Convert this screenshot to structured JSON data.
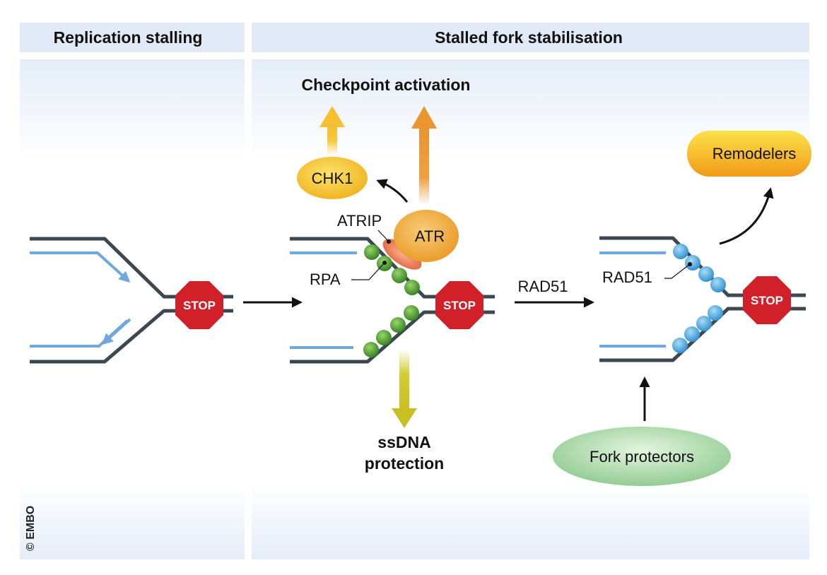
{
  "panels": {
    "left_title": "Replication stalling",
    "right_title": "Stalled fork stabilisation"
  },
  "labels": {
    "checkpoint": "Checkpoint activation",
    "chk1": "CHK1",
    "atr": "ATR",
    "atrip": "ATRIP",
    "rpa": "RPA",
    "stop": "STOP",
    "rad51_arrow": "RAD51",
    "rad51_label": "RAD51",
    "remodelers": "Remodelers",
    "ssdna_line1": "ssDNA",
    "ssdna_line2": "protection",
    "fork_protectors": "Fork protectors",
    "copyright": "© EMBO"
  },
  "colors": {
    "panel_bg": "#e3ecf7",
    "dna": "#3c4850",
    "nascent": "#6fa8dc",
    "stop": "#d0212a",
    "rpa": "#4a9a2a",
    "rad51": "#4aa8e0",
    "atr": "#f0a830",
    "chk1": "#f3c224",
    "fork_protectors": "#8fcc8f"
  }
}
